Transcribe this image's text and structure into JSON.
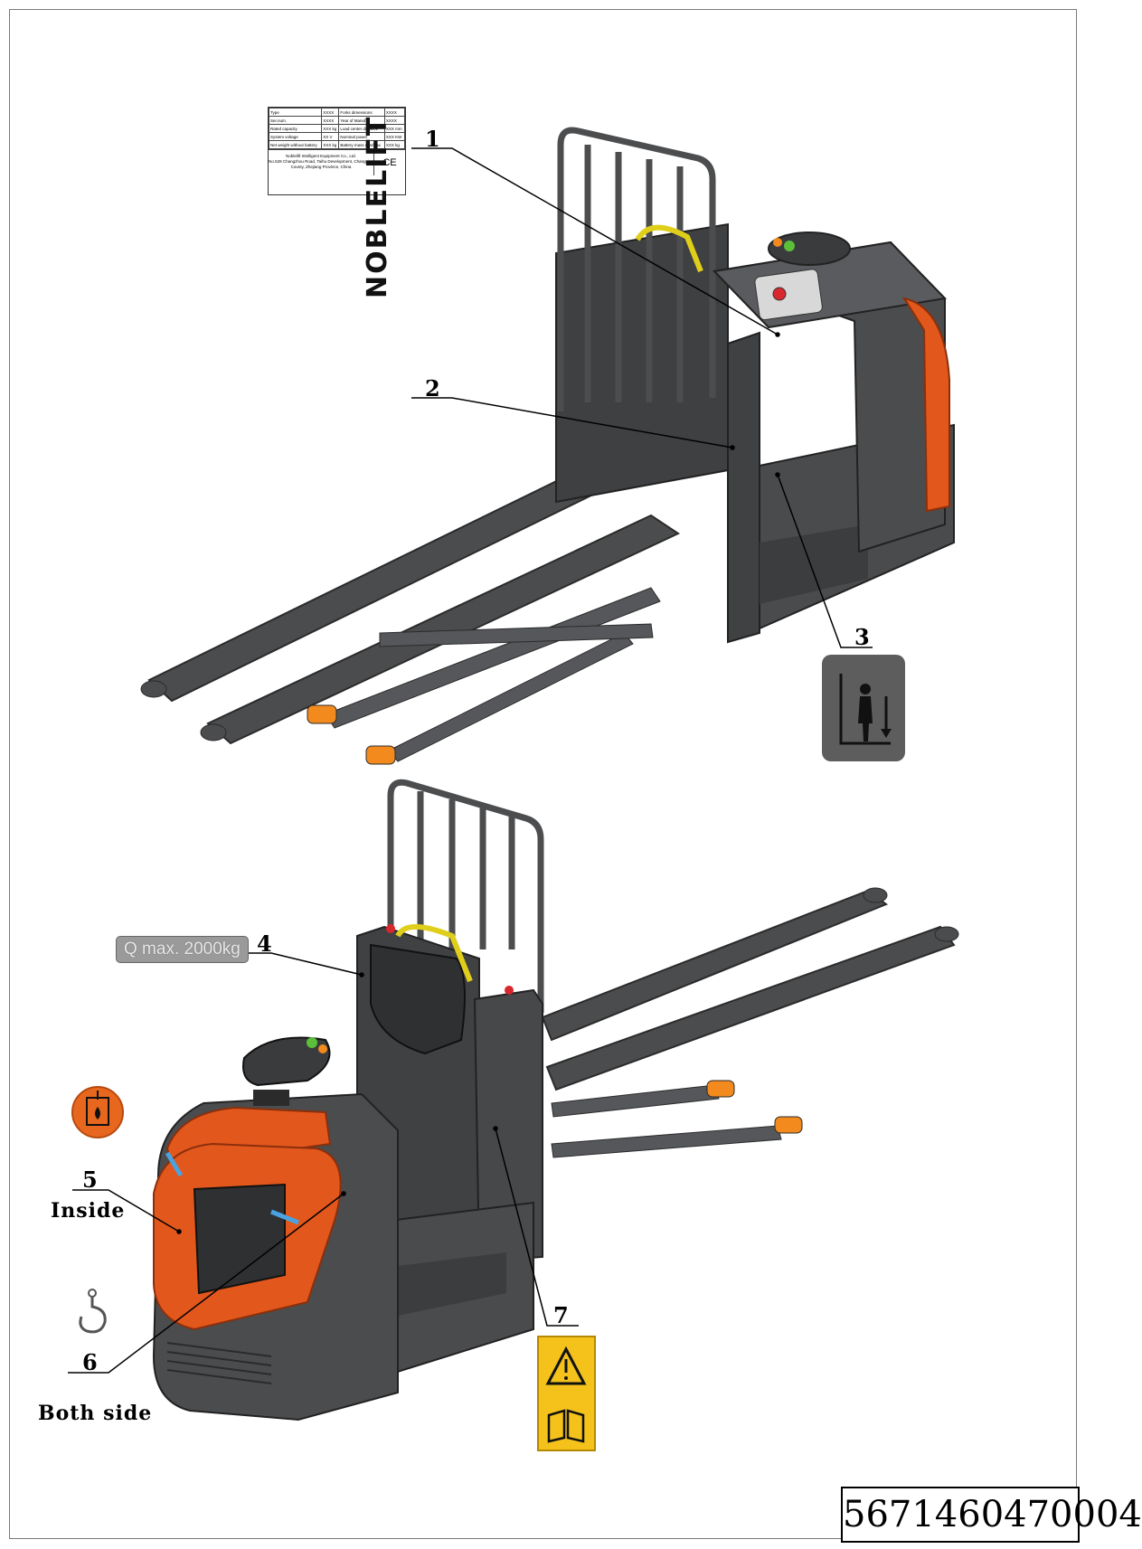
{
  "brand": "NOBLELIFT",
  "capacity_label": "Q max. 2000kg",
  "document_number": "5671460470004",
  "callouts": [
    "1",
    "2",
    "3",
    "4",
    "5",
    "6",
    "7"
  ],
  "notes": {
    "inside": "Inside",
    "both_side": "Both side"
  },
  "nameplate": {
    "rows": [
      [
        "Type",
        "XXXX",
        "Forks dimensions",
        "XXXX"
      ],
      [
        "Ser.num.",
        "XXXX",
        "Year of Manuf.",
        "XXXX"
      ],
      [
        "Rated capacity",
        "XXX kg",
        "Load center distance",
        "XXX mm"
      ],
      [
        "System voltage",
        "XX V",
        "Nominal power",
        "XXX KW"
      ],
      [
        "Net weight without battery",
        "XXX kg",
        "Battery mass min/max",
        "XXX kg"
      ]
    ],
    "maker": "Noblelift Intelligent Equipment Co., Ltd.",
    "address": "No.528 Changzhou Road, Taihu Development, Changxing County, Zhejiang Province, China",
    "mark": "CE"
  },
  "colors": {
    "body": "#4a4b4d",
    "accent": "#e2571c",
    "yellow": "#f1c40f",
    "guard": "#58595b",
    "label_bg": "#5d5d5d"
  }
}
